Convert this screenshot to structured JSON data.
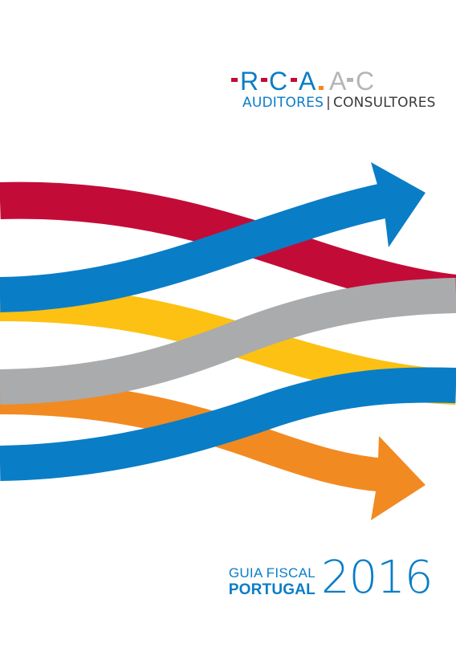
{
  "logo": {
    "letters": [
      "R",
      "C",
      "A",
      "A",
      "C"
    ],
    "subtitle_left": "AUDITORES",
    "separator": "|",
    "subtitle_right": "CONSULTORES"
  },
  "title": {
    "line1": "GUIA FISCAL",
    "line2": "PORTUGAL",
    "year": "2016"
  },
  "colors": {
    "blue": "#0a7dc7",
    "red": "#c20c37",
    "yellow": "#fcc112",
    "gray": "#aaabad",
    "orange": "#f28a22",
    "logo_gray": "#b5b5b5",
    "text_dark": "#3a3a3c"
  },
  "icons": [
    "arrow-right-icon"
  ]
}
